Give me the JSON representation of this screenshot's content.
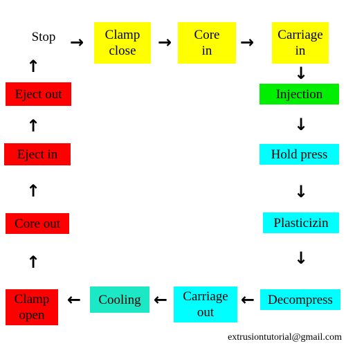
{
  "colors": {
    "yellow": "#ffff00",
    "green": "#00ee00",
    "cyan": "#00ffff",
    "teal": "#1de8c6",
    "red": "#ff0000"
  },
  "steps": {
    "stop": "Stop",
    "clamp_close": "Clamp\nclose",
    "core_in": "Core\nin",
    "carriage_in": "Carriage\nin",
    "injection": "Injection",
    "hold_press": "Hold press",
    "plasticizin": "Plasticizin",
    "decompress": "Decompress",
    "carriage_out": "Carriage\nout",
    "cooling": "Cooling",
    "clamp_open": "Clamp\nopen",
    "core_out": "Core out",
    "eject_in": "Eject in",
    "eject_out": "Eject out"
  },
  "arrow_glyphs": {
    "right": "→",
    "down": "↓",
    "left": "←",
    "up": "↑"
  },
  "footer": "extrusiontutorial@gmail.com"
}
